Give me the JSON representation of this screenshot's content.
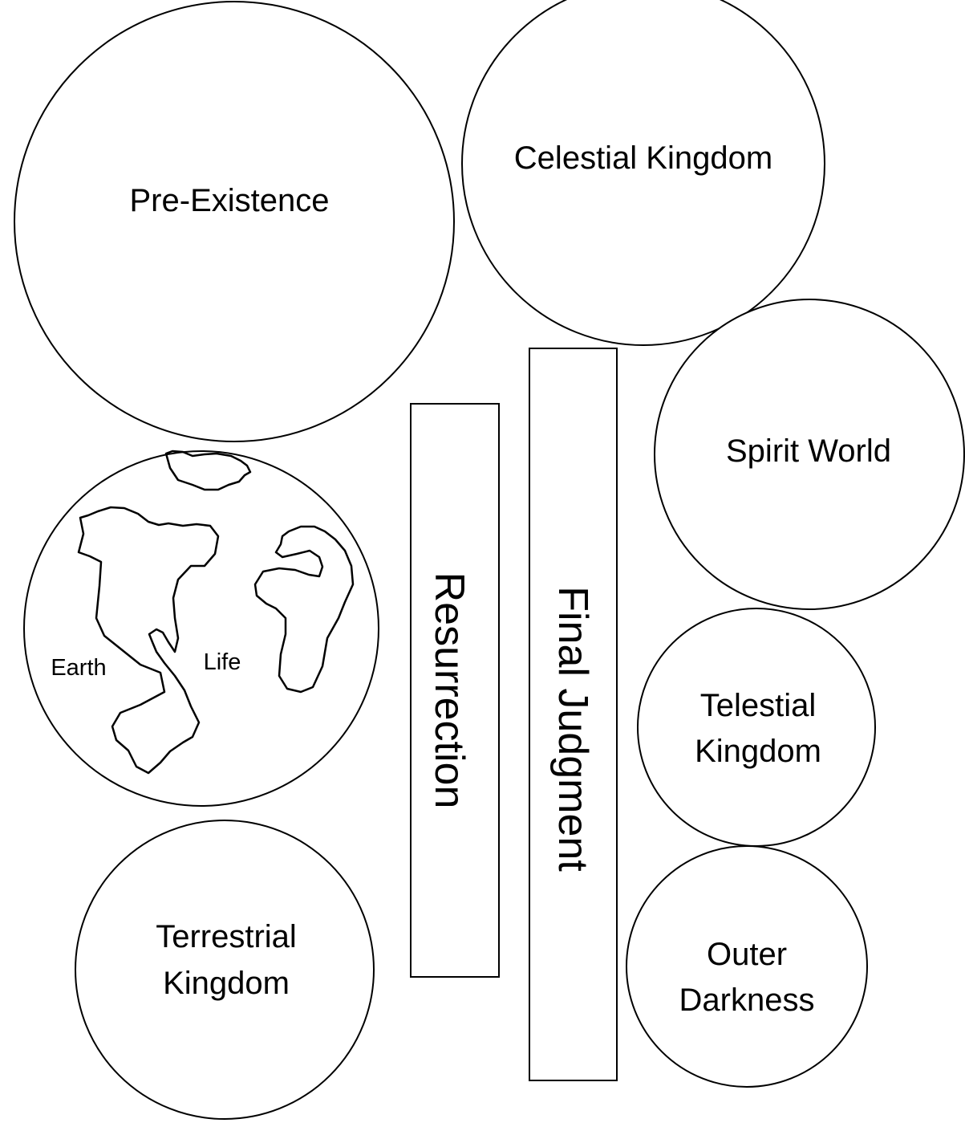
{
  "diagram": {
    "pre_existence": "Pre-Existence",
    "celestial_kingdom": "Celestial Kingdom",
    "spirit_world": "Spirit World",
    "earth_label": "Earth",
    "life_label": "Life",
    "resurrection": "Resurrection",
    "final_judgment": "Final Judgment",
    "telestial_line1": "Telestial",
    "telestial_line2": "Kingdom",
    "terrestrial_line1": "Terrestrial",
    "terrestrial_line2": "Kingdom",
    "outer_line1": "Outer",
    "outer_line2": "Darkness"
  },
  "colors": {
    "stroke": "#000000",
    "fill": "#ffffff",
    "background": "#ffffff"
  },
  "icons": {
    "earth": "earth-globe-icon"
  }
}
